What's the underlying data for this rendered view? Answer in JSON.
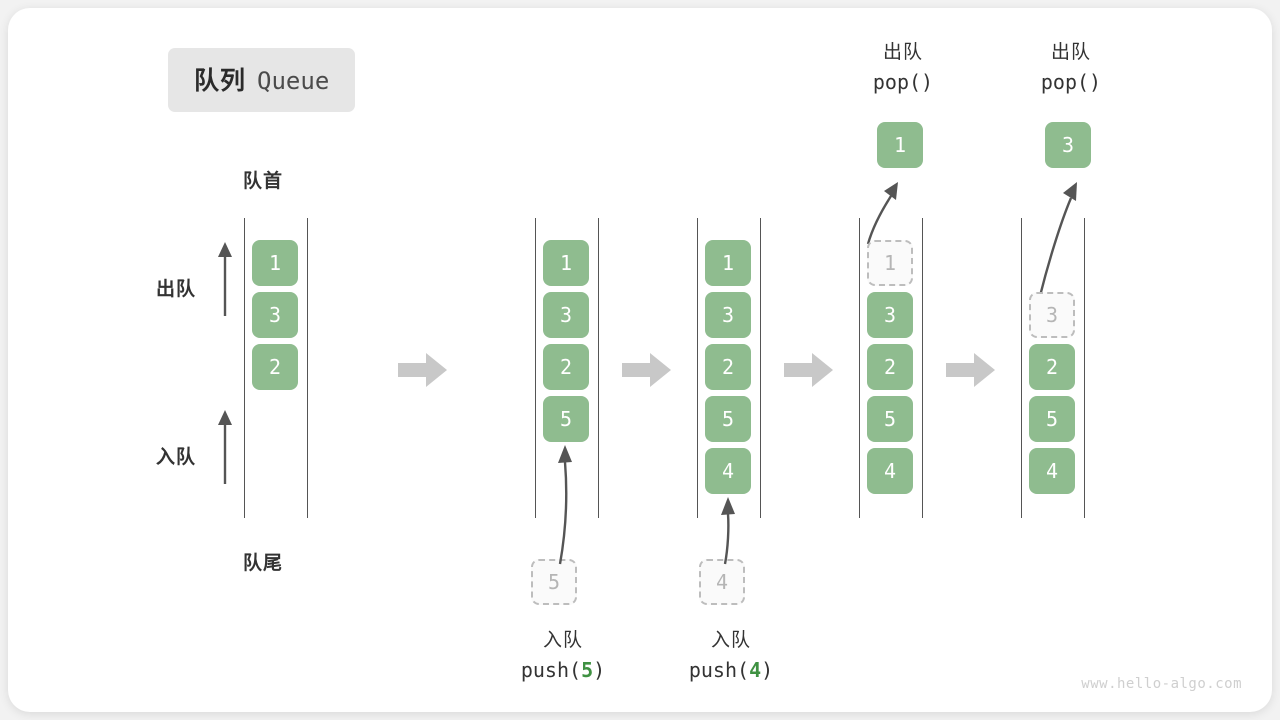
{
  "title": {
    "cn": "队列",
    "en": "Queue"
  },
  "labels": {
    "head": "队首",
    "tail": "队尾",
    "dequeue": "出队",
    "enqueue": "入队"
  },
  "watermark": "www.hello-algo.com",
  "colors": {
    "filled": "#8fbc8f",
    "ghost_border": "#bdbdbd",
    "ghost_text": "#b5b5b5",
    "rail": "#555555",
    "step_arrow": "#c8c8c8",
    "accent_green": "#3f9142",
    "badge_bg": "#e6e6e6",
    "text": "#333333"
  },
  "columns": [
    {
      "name": "initial",
      "cells": [
        "1",
        "3",
        "2"
      ],
      "ghost_index": null,
      "op_top": null,
      "op_bottom": null,
      "popped": null,
      "pushed": null
    },
    {
      "name": "after-push-5",
      "cells": [
        "1",
        "3",
        "2",
        "5"
      ],
      "ghost_index": null,
      "op_top": null,
      "op_bottom": {
        "cn": "入队",
        "code_pre": "push(",
        "code_val": "5",
        "code_post": ")"
      },
      "popped": null,
      "pushed": "5"
    },
    {
      "name": "after-push-4",
      "cells": [
        "1",
        "3",
        "2",
        "5",
        "4"
      ],
      "ghost_index": null,
      "op_top": null,
      "op_bottom": {
        "cn": "入队",
        "code_pre": "push(",
        "code_val": "4",
        "code_post": ")"
      },
      "popped": null,
      "pushed": "4"
    },
    {
      "name": "after-pop-1",
      "cells": [
        "1",
        "3",
        "2",
        "5",
        "4"
      ],
      "ghost_index": 0,
      "op_top": {
        "cn": "出队",
        "code": "pop()"
      },
      "op_bottom": null,
      "popped": "1",
      "pushed": null
    },
    {
      "name": "after-pop-3",
      "cells": [
        "3",
        "2",
        "5",
        "4"
      ],
      "ghost_index": 0,
      "ghost_slot": 1,
      "op_top": {
        "cn": "出队",
        "code": "pop()"
      },
      "op_bottom": null,
      "popped": "3",
      "pushed": null
    }
  ],
  "step_arrow_count": 4
}
